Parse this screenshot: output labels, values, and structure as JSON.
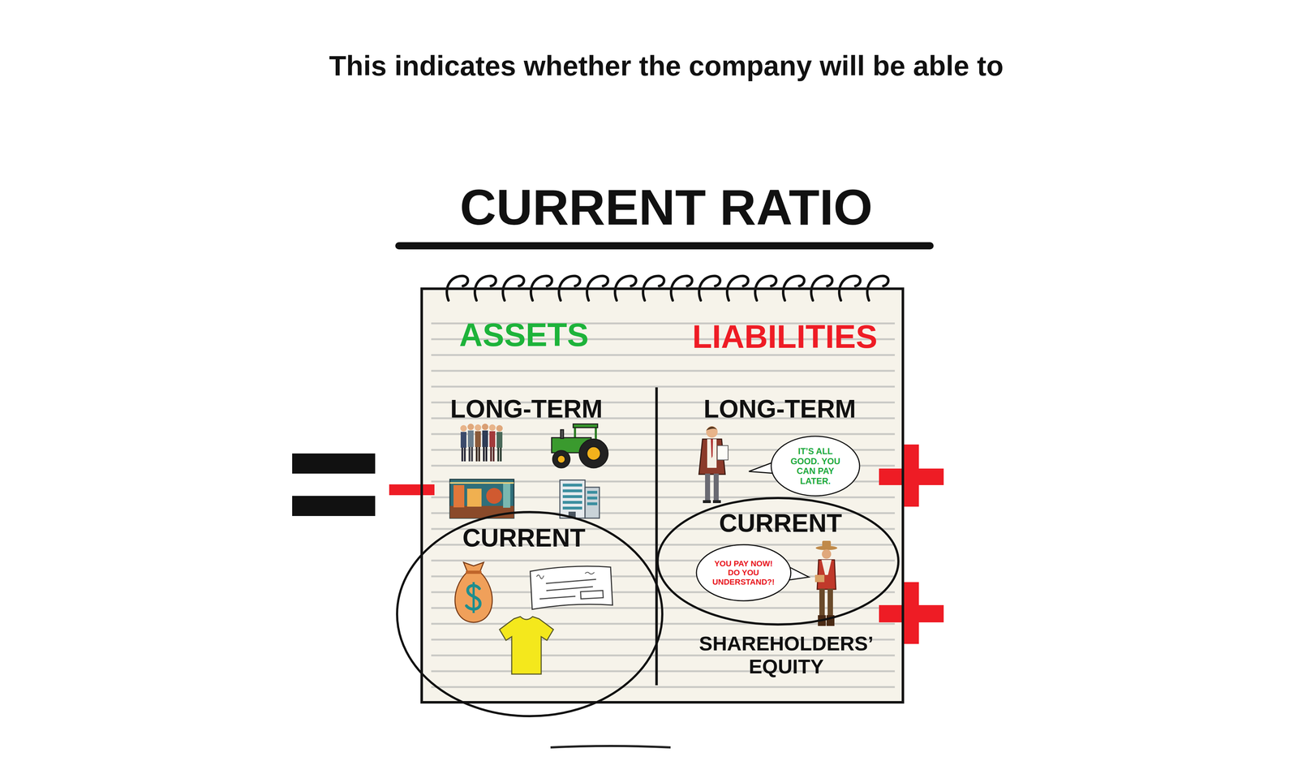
{
  "diagram": {
    "title": "CURRENT RATIO",
    "nodes": [
      {
        "text": [
          "ASSETS",
          "LIABILITIES",
          "LONG-TERM",
          "LONG-TERM",
          "SHAREHOLDERS’ EQUITY"
        ]
      },
      {
        "text": [
          "CURRENT"
        ],
        "in": 0
      },
      {
        "text": [
          "IT’S ALL GOOD. YOU CAN PAY LATER."
        ],
        "in": 0
      },
      {
        "text": [
          "CURRENT"
        ],
        "in": 0
      },
      {
        "text": [
          "YOU PAY NOW! DO YOU UNDERSTAND?!"
        ],
        "in": 3
      }
    ],
    "labels": [
      "This indicates whether the company will be able to"
    ]
  }
}
